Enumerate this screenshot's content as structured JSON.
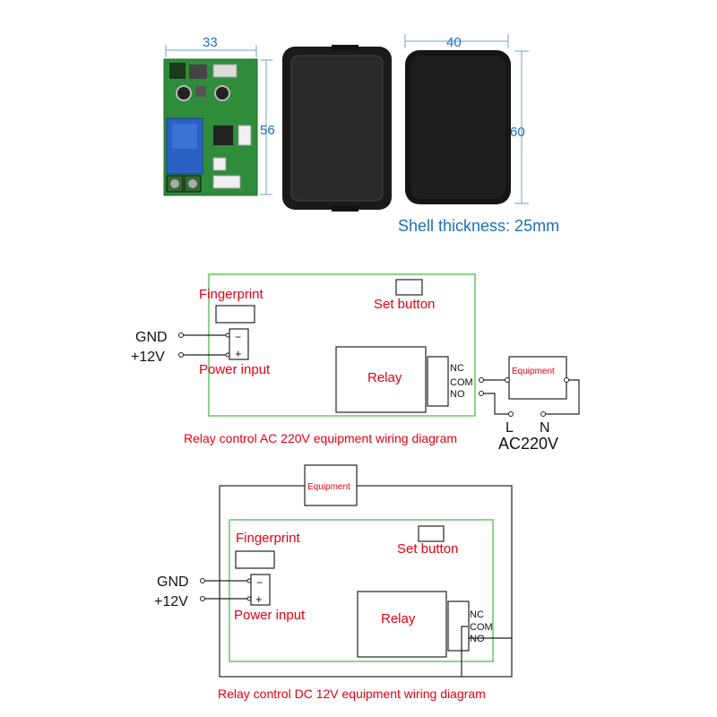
{
  "product": {
    "width_label": "33",
    "height_label": "56",
    "shell_width_label": "40",
    "shell_height_label": "60",
    "shell_thickness": "Shell thickness: 25mm"
  },
  "diagram_ac": {
    "fingerprint": "Fingerprint",
    "set_button": "Set button",
    "gnd": "GND",
    "v12": "+12V",
    "minus": "−",
    "plus": "+",
    "power_input": "Power input",
    "relay": "Relay",
    "nc": "NC",
    "com": "COM",
    "no": "NO",
    "equipment": "Equipment",
    "l": "L",
    "n": "N",
    "ac220v": "AC220V",
    "caption": "Relay control AC 220V equipment wiring diagram"
  },
  "diagram_dc": {
    "equipment": "Equipment",
    "fingerprint": "Fingerprint",
    "set_button": "Set button",
    "gnd": "GND",
    "v12": "+12V",
    "minus": "−",
    "plus": "+",
    "power_input": "Power input",
    "relay": "Relay",
    "nc": "NC",
    "com": "COM",
    "no": "NO",
    "caption": "Relay control DC 12V equipment wiring diagram"
  },
  "colors": {
    "label_red": "#e60012",
    "dimension_blue": "#1c6fb7",
    "board_green": "#3a9a3a",
    "frame_green": "#8bd48b"
  }
}
